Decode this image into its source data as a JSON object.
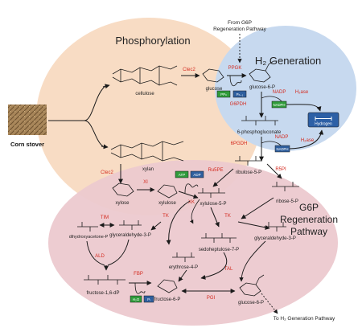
{
  "regions": {
    "phosphorylation": {
      "title": "Phosphorylation",
      "fill": "#f8dcc4"
    },
    "h2_generation": {
      "title": "H₂ Generation",
      "fill": "#c7d9ef"
    },
    "g6p_regeneration": {
      "title_lines": [
        "G6P",
        "Regeneration",
        "Pathway"
      ],
      "fill": "#ecc9cf"
    }
  },
  "source": {
    "label": "Corn stover"
  },
  "notes": {
    "from_g6p": [
      "From G6P",
      "Regeneration Pathway"
    ],
    "to_h2": "To H₂ Generation Pathway"
  },
  "metabolites": {
    "cellulose": "cellulose",
    "xylan": "xylan",
    "xylose": "xylose",
    "xylulose": "xylulose",
    "glucose": "glucose",
    "glucose_6_p": "glucose-6-P",
    "phosphogluconate": "6-phosphogluconate",
    "ribulose_5_p": "ribulose-5-P",
    "xylulose_5_p": "xylulose-5-P",
    "ribose_5_p": "ribose-5-P",
    "glyceraldehyde_3_p_top": "glyceraldehyde-3-P",
    "dihydroxyacetone_p": "dihydroxyacetone-P",
    "glyceraldehyde_3_p_left": "glyceraldehyde-3-P",
    "sedoheptulose_7_p": "sedoheptulose-7-P",
    "erythrose_4_p": "erythrose-4-P",
    "fructose_16_dp": "fructose-1,6-dP",
    "fructose_6_p": "fructose-6-P",
    "glucose_6_p_bottom": "glucose-6-P"
  },
  "enzymes": {
    "ctec2_top": "Ctec2",
    "ctec2_bottom": "Ctec2",
    "ppgk": "PPGK",
    "g6pdh": "G6PDH",
    "pgdh": "6PGDH",
    "h2ase_top": "H₂ase",
    "h2ase_bottom": "H₂ase",
    "nadp_top": "NADP",
    "nadp_bottom": "NADP",
    "xi": "XI",
    "xk": "XK",
    "ru5pe": "Ru5PE",
    "r5pi": "R5PI",
    "tk_top": "TK",
    "tk_mid": "TK",
    "tim": "TIM",
    "ald": "ALD",
    "tal": "TAL",
    "fbp": "FBP",
    "pgi": "PGI"
  },
  "cofactors": {
    "pp_n": "PPₙ",
    "p_n_1": "Pₙ₋₁",
    "nadph": "NADPH",
    "nadph_2": "NADPH",
    "atp": "ATP",
    "adp": "ADP",
    "h2o": "H₂O",
    "pi": "Pᵢ"
  },
  "product": {
    "label": "Hydrogen"
  },
  "colors": {
    "enzyme": "#d42a1f",
    "structure": "#1a1a1a",
    "cofactor_green": "#2f9b3a",
    "cofactor_blue": "#2f5f9e",
    "product_blue": "#2d60a6"
  }
}
